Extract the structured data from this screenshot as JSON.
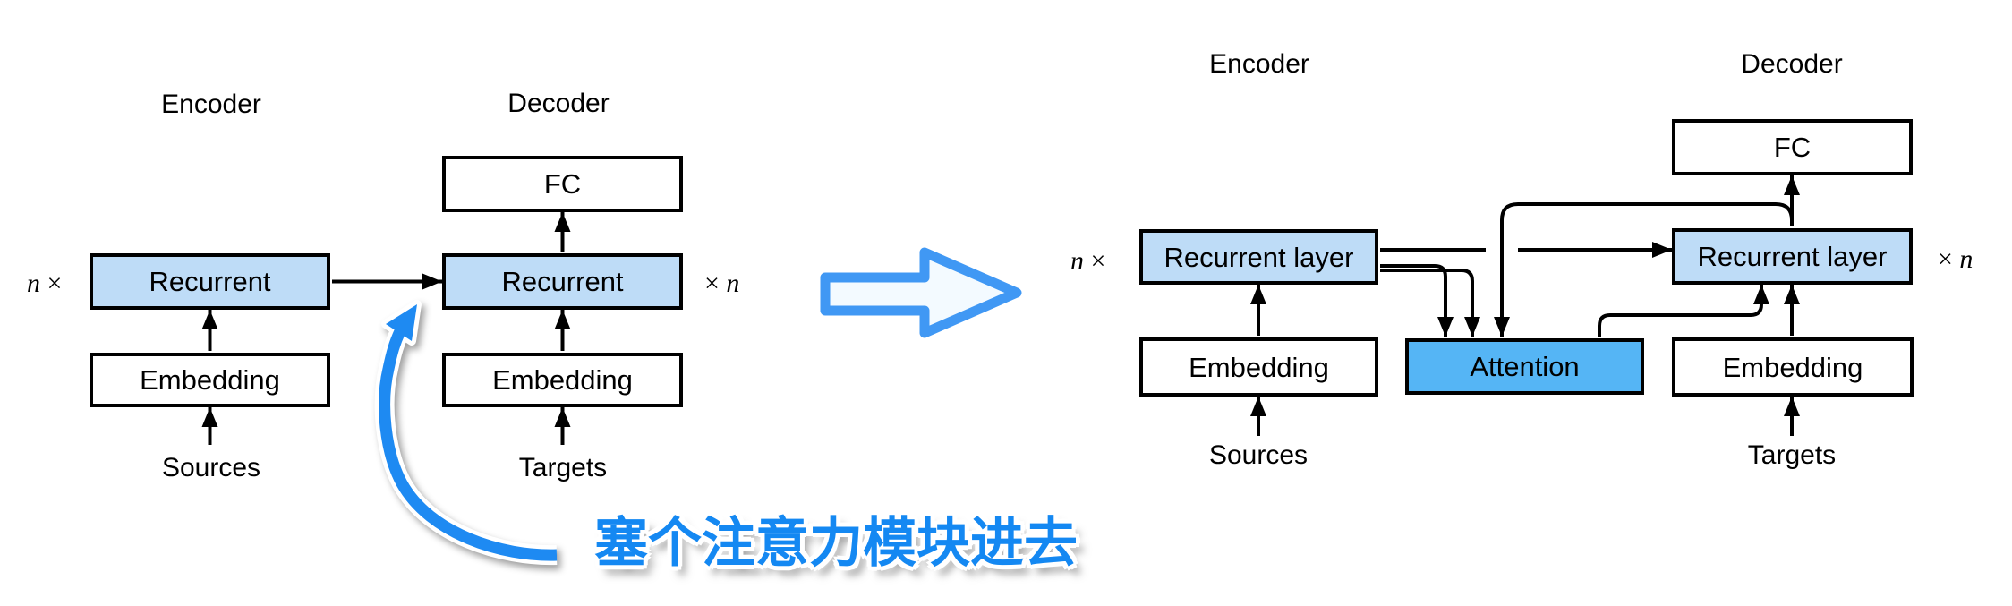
{
  "colors": {
    "box_light_blue": "#BEDCF7",
    "attention_blue": "#55B5F5",
    "accent_blue": "#1488F2",
    "big_arrow_stroke": "#4098F4",
    "big_arrow_fill": "#F3FAFF",
    "line_black": "#000000"
  },
  "left_diagram": {
    "encoder_label": "Encoder",
    "decoder_label": "Decoder",
    "n_prefix": "n",
    "times": "×",
    "times_suffix": "n",
    "fc_label": "FC",
    "encoder_recurrent_label": "Recurrent",
    "decoder_recurrent_label": "Recurrent",
    "encoder_embedding_label": "Embedding",
    "decoder_embedding_label": "Embedding",
    "sources_label": "Sources",
    "targets_label": "Targets"
  },
  "right_diagram": {
    "encoder_label": "Encoder",
    "decoder_label": "Decoder",
    "n_prefix": "n",
    "times": "×",
    "times_suffix": "n",
    "fc_label": "FC",
    "encoder_recurrent_label": "Recurrent layer",
    "decoder_recurrent_label": "Recurrent layer",
    "attention_label": "Attention",
    "encoder_embedding_label": "Embedding",
    "decoder_embedding_label": "Embedding",
    "sources_label": "Sources",
    "targets_label": "Targets"
  },
  "annotation": {
    "text": "塞个注意力模块进去"
  }
}
